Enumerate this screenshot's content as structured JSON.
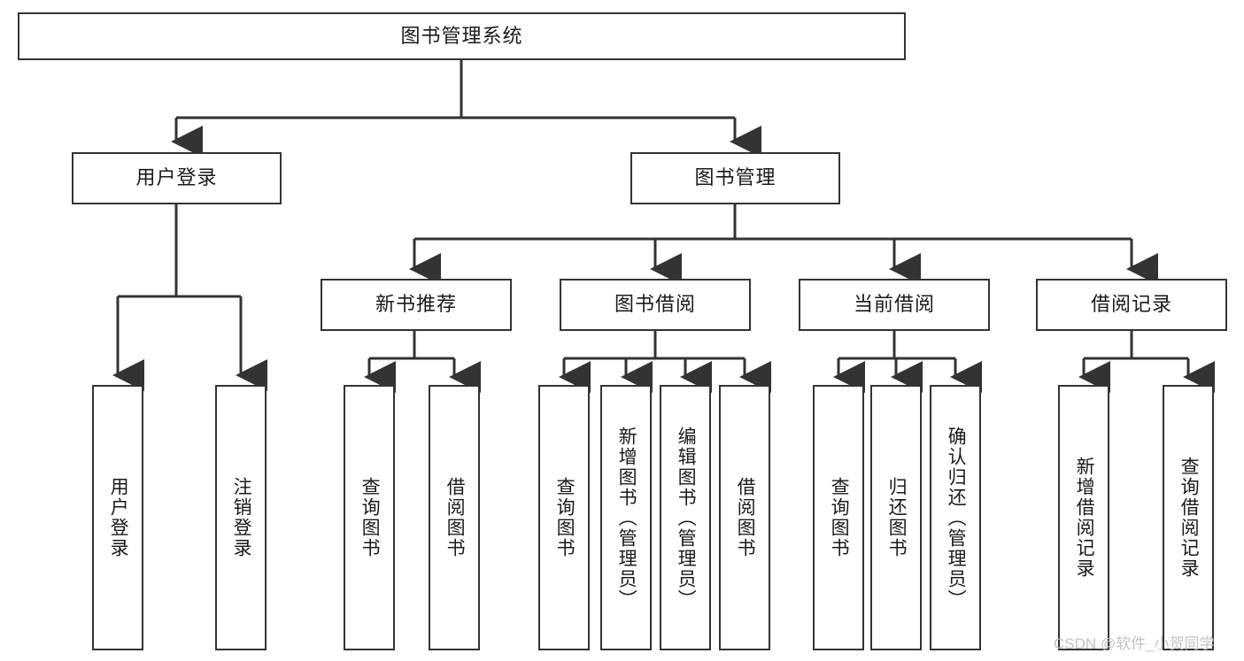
{
  "diagram": {
    "title": "图书管理系统",
    "type": "tree-hierarchy",
    "orientation": "top-down",
    "colors": {
      "box_border": "#333333",
      "box_fill": "#ffffff",
      "edge": "#333333",
      "text": "#1a1a1a",
      "watermark": "#c3c3c3"
    }
  },
  "root": {
    "label": "图书管理系统"
  },
  "level1": [
    {
      "id": "user-login",
      "label": "用户登录"
    },
    {
      "id": "book-manage",
      "label": "图书管理"
    }
  ],
  "level2": [
    {
      "id": "new-book-recommend",
      "label": "新书推荐",
      "parent": "book-manage"
    },
    {
      "id": "book-borrow",
      "label": "图书借阅",
      "parent": "book-manage"
    },
    {
      "id": "current-borrow",
      "label": "当前借阅",
      "parent": "book-manage"
    },
    {
      "id": "borrow-record",
      "label": "借阅记录",
      "parent": "book-manage"
    }
  ],
  "leaves": {
    "user_login": [
      {
        "id": "leaf-user-login",
        "label": "用户登录"
      },
      {
        "id": "leaf-logout",
        "label": "注销登录"
      }
    ],
    "new_book_recommend": [
      {
        "id": "leaf-query-book-1",
        "label": "查询图书"
      },
      {
        "id": "leaf-borrow-book-1",
        "label": "借阅图书"
      }
    ],
    "book_borrow": [
      {
        "id": "leaf-query-book-2",
        "label": "查询图书"
      },
      {
        "id": "leaf-add-book",
        "label": "新增图书（管理员）"
      },
      {
        "id": "leaf-edit-book",
        "label": "编辑图书（管理员）"
      },
      {
        "id": "leaf-borrow-book-2",
        "label": "借阅图书"
      }
    ],
    "current_borrow": [
      {
        "id": "leaf-query-book-3",
        "label": "查询图书"
      },
      {
        "id": "leaf-return-book",
        "label": "归还图书"
      },
      {
        "id": "leaf-confirm-return",
        "label": "确认归还（管理员）"
      }
    ],
    "borrow_record": [
      {
        "id": "leaf-add-record",
        "label": "新增借阅记录"
      },
      {
        "id": "leaf-query-record",
        "label": "查询借阅记录"
      }
    ]
  },
  "watermark": {
    "text": "CSDN @软件_小贺同学"
  }
}
